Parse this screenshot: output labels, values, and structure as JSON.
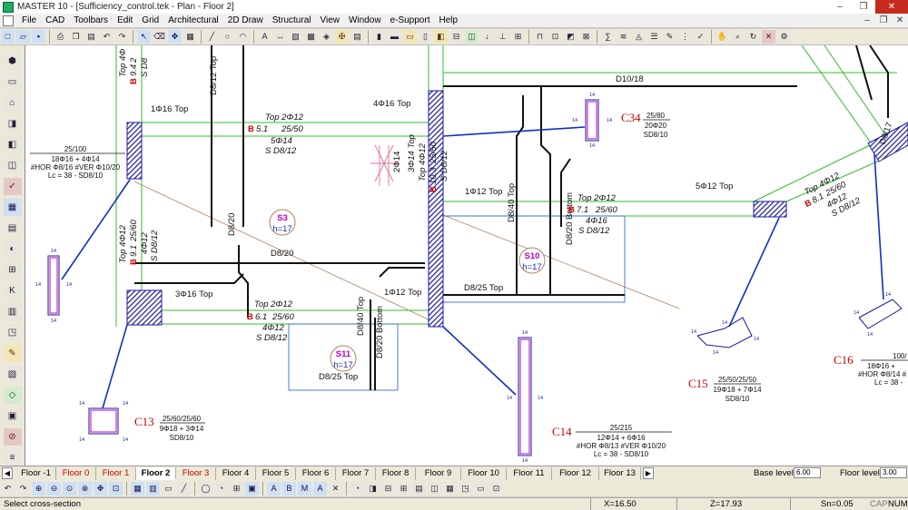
{
  "window": {
    "title": "MASTER 10 - [Sufficiency_control.tek - Plan - Floor 2]",
    "controls": [
      "–",
      "❐",
      "✕"
    ]
  },
  "menu": [
    "File",
    "CAD",
    "Toolbars",
    "Edit",
    "Grid",
    "Architectural",
    "2D Draw",
    "Structural",
    "View",
    "Window",
    "e-Support",
    "Help"
  ],
  "mdi_controls": [
    "–",
    "❐",
    "✕"
  ],
  "toolbar_top": [
    {
      "g": "ICON",
      "s": "a",
      "n": "new-file-icon"
    },
    {
      "g": "ICON",
      "s": "a",
      "n": "open-folder-icon"
    },
    {
      "g": "ICON",
      "s": "a",
      "n": "save-icon"
    },
    {
      "g": "|"
    },
    {
      "g": "ICON",
      "s": "",
      "n": "print-icon"
    },
    {
      "g": "ICON",
      "s": "",
      "n": "copy-icon"
    },
    {
      "g": "ICON",
      "s": "",
      "n": "paste-icon"
    },
    {
      "g": "ICON",
      "s": "",
      "n": "undo-icon"
    },
    {
      "g": "ICON",
      "s": "",
      "n": "redo-icon"
    },
    {
      "g": "|"
    },
    {
      "g": "ICON",
      "s": "a",
      "n": "pointer-icon"
    },
    {
      "g": "ICON",
      "s": "",
      "n": "erase-icon"
    },
    {
      "g": "ICON",
      "s": "a",
      "n": "move-icon"
    },
    {
      "g": "ICON",
      "s": "",
      "n": "grid-icon"
    },
    {
      "g": "|"
    },
    {
      "g": "╱",
      "s": "",
      "n": "line-icon"
    },
    {
      "g": "○",
      "s": "",
      "n": "circle-icon"
    },
    {
      "g": "◠",
      "s": "",
      "n": "arc-icon"
    },
    {
      "g": "|"
    },
    {
      "g": "A",
      "s": "",
      "n": "text-icon"
    },
    {
      "g": "ICON",
      "s": "",
      "n": "dimension-icon"
    },
    {
      "g": "ICON",
      "s": "",
      "n": "hatch-icon"
    },
    {
      "g": "ICON",
      "s": "",
      "n": "pattern-icon"
    },
    {
      "g": "ICON",
      "s": "",
      "n": "symbol-icon"
    },
    {
      "g": "ICON",
      "s": "b",
      "n": "tools-icon"
    },
    {
      "g": "ICON",
      "s": "",
      "n": "layer-icon"
    },
    {
      "g": "|"
    },
    {
      "g": "ICON",
      "s": "",
      "n": "column-icon"
    },
    {
      "g": "ICON",
      "s": "",
      "n": "beam-icon"
    },
    {
      "g": "ICON",
      "s": "b",
      "n": "slab-icon"
    },
    {
      "g": "ICON",
      "s": "",
      "n": "wall-icon"
    },
    {
      "g": "ICON",
      "s": "b",
      "n": "footing-icon"
    },
    {
      "g": "ICON",
      "s": "",
      "n": "stair-icon"
    },
    {
      "g": "ICON",
      "s": "d",
      "n": "opening-icon"
    },
    {
      "g": "ICON",
      "s": "",
      "n": "load-icon"
    },
    {
      "g": "ICON",
      "s": "",
      "n": "support-icon"
    },
    {
      "g": "ICON",
      "s": "",
      "n": "table-icon"
    },
    {
      "g": "|"
    },
    {
      "g": "ICON",
      "s": "",
      "n": "frame-icon"
    },
    {
      "g": "ICON",
      "s": "",
      "n": "plan-icon"
    },
    {
      "g": "ICON",
      "s": "",
      "n": "view3d-icon"
    },
    {
      "g": "ICON",
      "s": "",
      "n": "section-icon"
    },
    {
      "g": "|"
    },
    {
      "g": "ICON",
      "s": "",
      "n": "analysis-icon"
    },
    {
      "g": "ICON",
      "s": "",
      "n": "results-icon"
    },
    {
      "g": "ICON",
      "s": "",
      "n": "design-icon"
    },
    {
      "g": "ICON",
      "s": "",
      "n": "report-icon"
    },
    {
      "g": "ICON",
      "s": "",
      "n": "drawing-icon"
    },
    {
      "g": "ICON",
      "s": "",
      "n": "reinforcement-icon"
    },
    {
      "g": "ICON",
      "s": "",
      "n": "check-icon"
    },
    {
      "g": "|"
    },
    {
      "g": "ICON",
      "s": "",
      "n": "hand-pan-icon"
    },
    {
      "g": "ICON",
      "s": "",
      "n": "zoom-icon"
    },
    {
      "g": "ICON",
      "s": "",
      "n": "refresh-icon"
    },
    {
      "g": "✕",
      "s": "c",
      "n": "close-drawing-icon"
    },
    {
      "g": "ICON",
      "s": "",
      "n": "settings-icon"
    }
  ],
  "toolbar_left": [
    {
      "g": "⬢",
      "s": "",
      "n": "column-tool-icon"
    },
    {
      "g": "▭",
      "s": "",
      "n": "beam-tool-icon"
    },
    {
      "g": "⌂",
      "s": "",
      "n": "wall-tool-icon"
    },
    {
      "g": "◨",
      "s": "",
      "n": "slab-tool-icon"
    },
    {
      "g": "◧",
      "s": "",
      "n": "footing-tool-icon"
    },
    {
      "g": "◫",
      "s": "",
      "n": "opening-tool-icon"
    },
    {
      "g": "✓",
      "s": "c",
      "n": "check-tool-icon"
    },
    {
      "g": "▦",
      "s": "a",
      "n": "grid-tool-icon"
    },
    {
      "g": "▤",
      "s": "",
      "n": "hatch-tool-icon"
    },
    {
      "g": "◐",
      "s": "",
      "n": "brush-tool-icon"
    },
    {
      "g": "⊞",
      "s": "",
      "n": "table-tool-icon"
    },
    {
      "g": "K",
      "s": "",
      "n": "k-tool-icon"
    },
    {
      "g": "▥",
      "s": "",
      "n": "section-tool-icon"
    },
    {
      "g": "◳",
      "s": "",
      "n": "detail-tool-icon"
    },
    {
      "g": "✎",
      "s": "b",
      "n": "pencil-tool-icon"
    },
    {
      "g": "▧",
      "s": "",
      "n": "pattern-tool-icon"
    },
    {
      "g": "◇",
      "s": "d",
      "n": "eyedropper-tool-icon"
    },
    {
      "g": "▣",
      "s": "",
      "n": "layer-tool-icon"
    },
    {
      "g": "⊘",
      "s": "c",
      "n": "dropper-tool-icon"
    },
    {
      "g": "≡",
      "s": "",
      "n": "list-tool-icon"
    }
  ],
  "toolbar_bottom": [
    {
      "g": "↶",
      "s": "",
      "n": "undo-bottom-icon"
    },
    {
      "g": "↷",
      "s": "",
      "n": "redo-bottom-icon"
    },
    {
      "g": "⊕",
      "s": "a",
      "n": "zoom-in-icon"
    },
    {
      "g": "⊖",
      "s": "a",
      "n": "zoom-out-icon"
    },
    {
      "g": "⊙",
      "s": "a",
      "n": "zoom-window-icon"
    },
    {
      "g": "⊗",
      "s": "a",
      "n": "zoom-all-icon"
    },
    {
      "g": "✥",
      "s": "a",
      "n": "pan-icon"
    },
    {
      "g": "⊡",
      "s": "a",
      "n": "zoom-extents-icon"
    },
    {
      "g": "|"
    },
    {
      "g": "▦",
      "s": "a",
      "n": "snap-grid-icon"
    },
    {
      "g": "▥",
      "s": "a",
      "n": "ortho-icon"
    },
    {
      "g": "▭",
      "s": "",
      "n": "window-select-icon"
    },
    {
      "g": "╱",
      "s": "",
      "n": "draw-line-icon"
    },
    {
      "g": "|"
    },
    {
      "g": "◯",
      "s": "",
      "n": "snap-circle-icon"
    },
    {
      "g": "◔",
      "s": "",
      "n": "snap-arc-icon"
    },
    {
      "g": "⊞",
      "s": "",
      "n": "snap-table-icon"
    },
    {
      "g": "▣",
      "s": "a",
      "n": "snap-box-icon"
    },
    {
      "g": "|"
    },
    {
      "g": "A",
      "s": "a",
      "n": "text-a-icon"
    },
    {
      "g": "B",
      "s": "a",
      "n": "text-b-icon"
    },
    {
      "g": "M",
      "s": "a",
      "n": "text-m-icon"
    },
    {
      "g": "A",
      "s": "a",
      "n": "text-a2-icon"
    },
    {
      "g": "✕",
      "s": "",
      "n": "text-x-icon"
    },
    {
      "g": "|"
    },
    {
      "g": "◔",
      "s": "",
      "n": "mouse-icon"
    },
    {
      "g": "◨",
      "s": "",
      "n": "split-icon"
    },
    {
      "g": "⊟",
      "s": "",
      "n": "frame-bottom-icon"
    },
    {
      "g": "⊞",
      "s": "",
      "n": "grid-bottom-icon"
    },
    {
      "g": "▤",
      "s": "",
      "n": "layers-bottom-icon"
    },
    {
      "g": "◫",
      "s": "",
      "n": "panel-bottom-icon"
    },
    {
      "g": "▦",
      "s": "",
      "n": "mesh-bottom-icon"
    },
    {
      "g": "◳",
      "s": "",
      "n": "view-bottom-icon"
    },
    {
      "g": "▭",
      "s": "",
      "n": "rect-bottom-icon"
    },
    {
      "g": "⊡",
      "s": "",
      "n": "fit-bottom-icon"
    }
  ],
  "floor_tabs": [
    {
      "label": "Floor -1",
      "style": "normal"
    },
    {
      "label": "Floor 0",
      "style": "red"
    },
    {
      "label": "Floor 1",
      "style": "red"
    },
    {
      "label": "Floor 2",
      "style": "active"
    },
    {
      "label": "Floor 3",
      "style": "red"
    },
    {
      "label": "Floor 4",
      "style": "normal"
    },
    {
      "label": "Floor 5",
      "style": "normal"
    },
    {
      "label": "Floor 6",
      "style": "normal"
    },
    {
      "label": "Floor 7",
      "style": "normal"
    },
    {
      "label": "Floor 8",
      "style": "normal"
    },
    {
      "label": "Floor 9",
      "style": "normal"
    },
    {
      "label": "Floor 10",
      "style": "normal"
    },
    {
      "label": "Floor 11",
      "style": "normal"
    },
    {
      "label": "Floor 12",
      "style": "normal"
    },
    {
      "label": "Floor 13",
      "style": "normal"
    }
  ],
  "tab_arrows": {
    "left": "◀",
    "right": "▶"
  },
  "levels": {
    "base_label": "Base level:",
    "base_value": "6.00",
    "floor_label": "Floor level:",
    "floor_value": "3.00"
  },
  "status": {
    "message": "Select cross-section",
    "x": "X=16.50",
    "z": "Z=17.93",
    "sn": "Sn=0.05",
    "caps": "CAP",
    "num": "NUM"
  },
  "colors": {
    "beam": "#2a2a8a",
    "grid_green": "#2fbf2f",
    "red_label": "#d00000",
    "hatch": "#1a1aa0",
    "blue_line": "#1030c8",
    "brown_line": "#b08060",
    "pink": "#e070a0",
    "magenta": "#c000c0"
  },
  "drawing": {
    "beam_labels": [
      {
        "type": "B",
        "name": "5.1",
        "section": "25/50",
        "top": "Top 2Φ12",
        "rebar": "5Φ14",
        "stirrup": "S D8/12"
      },
      {
        "type": "B",
        "name": "6.1",
        "section": "25/60",
        "top": "Top 2Φ12",
        "rebar": "4Φ12",
        "stirrup": "S D8/12"
      },
      {
        "type": "B",
        "name": "7.1",
        "section": "25/60",
        "top": "Top 2Φ12",
        "rebar": "4Φ16",
        "stirrup": "S D8/12"
      },
      {
        "type": "B",
        "name": "8.1",
        "section": "25/60",
        "top": "Top 4Φ12",
        "rebar": "4Φ12",
        "stirrup": "S D8/12"
      },
      {
        "type": "B",
        "name": "9.1",
        "section": "25/60",
        "top": "Top 4Φ12",
        "rebar": "4Φ12",
        "stirrup": "S D8/12"
      },
      {
        "type": "B",
        "name": "10.3",
        "section": "25/50",
        "top": "Top 4Φ12",
        "rebar": "3Φ14 Top",
        "stirrup": "S D8/12"
      },
      {
        "type": "B",
        "name": "9.4",
        "section": "2",
        "top": "Top 4Φ",
        "rebar": "",
        "stirrup": "S D8"
      }
    ],
    "slab_labels": [
      {
        "name": "S3",
        "h": "h=17"
      },
      {
        "name": "S10",
        "h": "h=17"
      },
      {
        "name": "S11",
        "h": "h=17"
      }
    ],
    "rebar_notes": {
      "n1": "1Φ16 Top",
      "n2": "4Φ16 Top",
      "n3": "3Φ16 Top",
      "n4": "1Φ12 Top",
      "n5": "1Φ12 Top",
      "n6": "5Φ12 Top",
      "n7": "2Φ14",
      "d1": "D10/18",
      "d2": "D8/12 Top",
      "d3": "D8/20",
      "d4": "D8/20",
      "d5": "D8/40 Top",
      "d6": "D8/20 Bottom",
      "d7": "D8/25 Top",
      "d8": "D8/25 Top",
      "d9": "D8/40 Top",
      "d10": "D8/20 Bottom",
      "d11": "D8/17"
    },
    "columns": [
      {
        "name": "C34",
        "section": "25/80",
        "rebar": "20Φ20",
        "stirrup": "SD8/10",
        "hor": "",
        "lc": ""
      },
      {
        "name": "C13",
        "section": "25/60/25/60",
        "rebar": "9Φ18 + 3Φ14",
        "stirrup": "SD8/10",
        "hor": "",
        "lc": ""
      },
      {
        "name": "C14",
        "section": "25/215",
        "rebar": "12Φ14 + 6Φ16",
        "stirrup": "",
        "hor": "#HOR Φ8/13 #VER Φ10/20",
        "lc": "Lc = 38 -  SD8/10"
      },
      {
        "name": "C15",
        "section": "25/50/25/50",
        "rebar": "19Φ18 + 7Φ14",
        "stirrup": "SD8/10",
        "hor": "",
        "lc": ""
      },
      {
        "name": "C16",
        "section": "100/",
        "rebar": "18Φ16 +",
        "stirrup": "",
        "hor": "#HOR Φ8/14 #",
        "lc": "Lc = 38 -"
      }
    ],
    "wall_label": {
      "section": "25/100",
      "rebar": "18Φ16 + 4Φ14",
      "hor": "#HOR Φ8/16 #VER Φ10/20",
      "lc": "Lc = 38 -  SD8/10"
    },
    "stirrup_tag": "14"
  }
}
